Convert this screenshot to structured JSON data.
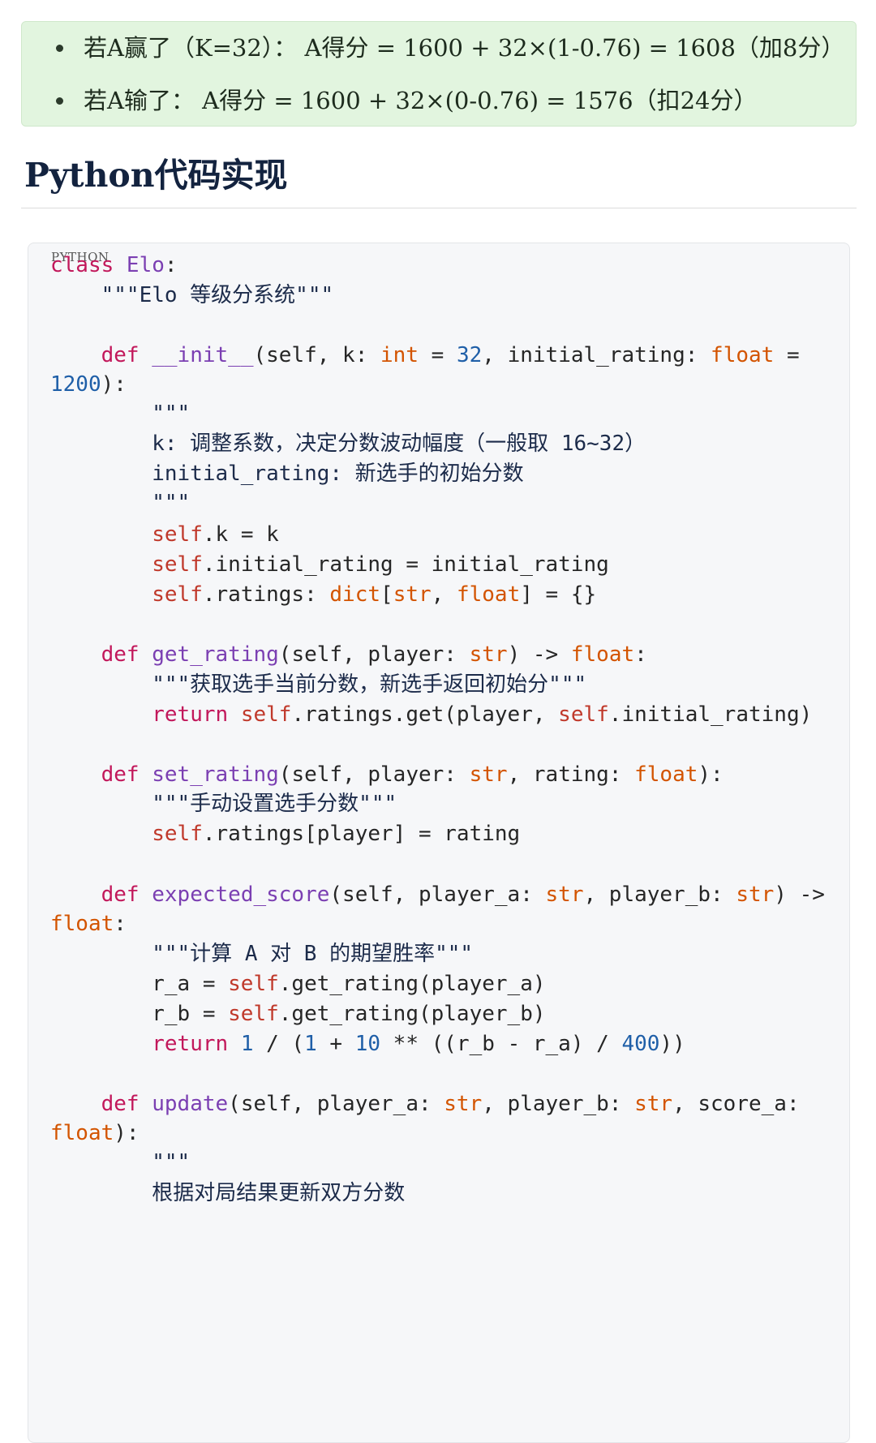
{
  "callout": {
    "bullets": [
      "若A赢了（K=32）： A得分 = 1600 + 32×(1-0.76) = 1608（加8分）",
      "若A输了： A得分 = 1600 + 32×(0-0.76) = 1576（扣24分）"
    ],
    "background": "#e2f5df"
  },
  "heading": "Python代码实现",
  "code": {
    "language": "PYTHON",
    "lines": [
      [
        {
          "t": "class ",
          "c": "kw"
        },
        {
          "t": "Elo",
          "c": "cls"
        },
        {
          "t": ":",
          "c": ""
        }
      ],
      [
        {
          "t": "    \"\"\"Elo 等级分系统\"\"\"",
          "c": "str"
        }
      ],
      [],
      [
        {
          "t": "    ",
          "c": ""
        },
        {
          "t": "def ",
          "c": "kw"
        },
        {
          "t": "__init__",
          "c": "fn"
        },
        {
          "t": "(self, k: ",
          "c": ""
        },
        {
          "t": "int",
          "c": "ty"
        },
        {
          "t": " = ",
          "c": ""
        },
        {
          "t": "32",
          "c": "num"
        },
        {
          "t": ", initial_rating: ",
          "c": ""
        },
        {
          "t": "float",
          "c": "ty"
        },
        {
          "t": " =",
          "c": ""
        }
      ],
      [
        {
          "t": "1200",
          "c": "num"
        },
        {
          "t": "):",
          "c": ""
        }
      ],
      [
        {
          "t": "        \"\"\"",
          "c": "str"
        }
      ],
      [
        {
          "t": "        k: 调整系数，决定分数波动幅度（一般取 16~32）",
          "c": "str"
        }
      ],
      [
        {
          "t": "        initial_rating: 新选手的初始分数",
          "c": "str"
        }
      ],
      [
        {
          "t": "        \"\"\"",
          "c": "str"
        }
      ],
      [
        {
          "t": "        ",
          "c": ""
        },
        {
          "t": "self",
          "c": "self"
        },
        {
          "t": ".k = k",
          "c": ""
        }
      ],
      [
        {
          "t": "        ",
          "c": ""
        },
        {
          "t": "self",
          "c": "self"
        },
        {
          "t": ".initial_rating = initial_rating",
          "c": ""
        }
      ],
      [
        {
          "t": "        ",
          "c": ""
        },
        {
          "t": "self",
          "c": "self"
        },
        {
          "t": ".ratings: ",
          "c": ""
        },
        {
          "t": "dict",
          "c": "ty"
        },
        {
          "t": "[",
          "c": ""
        },
        {
          "t": "str",
          "c": "ty"
        },
        {
          "t": ", ",
          "c": ""
        },
        {
          "t": "float",
          "c": "ty"
        },
        {
          "t": "] = {}",
          "c": ""
        }
      ],
      [],
      [
        {
          "t": "    ",
          "c": ""
        },
        {
          "t": "def ",
          "c": "kw"
        },
        {
          "t": "get_rating",
          "c": "fn"
        },
        {
          "t": "(self, player: ",
          "c": ""
        },
        {
          "t": "str",
          "c": "ty"
        },
        {
          "t": ") -> ",
          "c": ""
        },
        {
          "t": "float",
          "c": "ty"
        },
        {
          "t": ":",
          "c": ""
        }
      ],
      [
        {
          "t": "        \"\"\"获取选手当前分数，新选手返回初始分\"\"\"",
          "c": "str"
        }
      ],
      [
        {
          "t": "        ",
          "c": ""
        },
        {
          "t": "return ",
          "c": "kw"
        },
        {
          "t": "self",
          "c": "self"
        },
        {
          "t": ".ratings.get(player, ",
          "c": ""
        },
        {
          "t": "self",
          "c": "self"
        },
        {
          "t": ".initial_rating)",
          "c": ""
        }
      ],
      [],
      [
        {
          "t": "    ",
          "c": ""
        },
        {
          "t": "def ",
          "c": "kw"
        },
        {
          "t": "set_rating",
          "c": "fn"
        },
        {
          "t": "(self, player: ",
          "c": ""
        },
        {
          "t": "str",
          "c": "ty"
        },
        {
          "t": ", rating: ",
          "c": ""
        },
        {
          "t": "float",
          "c": "ty"
        },
        {
          "t": "):",
          "c": ""
        }
      ],
      [
        {
          "t": "        \"\"\"手动设置选手分数\"\"\"",
          "c": "str"
        }
      ],
      [
        {
          "t": "        ",
          "c": ""
        },
        {
          "t": "self",
          "c": "self"
        },
        {
          "t": ".ratings[player] = rating",
          "c": ""
        }
      ],
      [],
      [
        {
          "t": "    ",
          "c": ""
        },
        {
          "t": "def ",
          "c": "kw"
        },
        {
          "t": "expected_score",
          "c": "fn"
        },
        {
          "t": "(self, player_a: ",
          "c": ""
        },
        {
          "t": "str",
          "c": "ty"
        },
        {
          "t": ", player_b: ",
          "c": ""
        },
        {
          "t": "str",
          "c": "ty"
        },
        {
          "t": ") ->",
          "c": ""
        }
      ],
      [
        {
          "t": "float",
          "c": "ty"
        },
        {
          "t": ":",
          "c": ""
        }
      ],
      [
        {
          "t": "        \"\"\"计算 A 对 B 的期望胜率\"\"\"",
          "c": "str"
        }
      ],
      [
        {
          "t": "        r_a = ",
          "c": ""
        },
        {
          "t": "self",
          "c": "self"
        },
        {
          "t": ".get_rating(player_a)",
          "c": ""
        }
      ],
      [
        {
          "t": "        r_b = ",
          "c": ""
        },
        {
          "t": "self",
          "c": "self"
        },
        {
          "t": ".get_rating(player_b)",
          "c": ""
        }
      ],
      [
        {
          "t": "        ",
          "c": ""
        },
        {
          "t": "return ",
          "c": "kw"
        },
        {
          "t": "1",
          "c": "num"
        },
        {
          "t": " / (",
          "c": ""
        },
        {
          "t": "1",
          "c": "num"
        },
        {
          "t": " + ",
          "c": ""
        },
        {
          "t": "10",
          "c": "num"
        },
        {
          "t": " ** ((r_b - r_a) / ",
          "c": ""
        },
        {
          "t": "400",
          "c": "num"
        },
        {
          "t": "))",
          "c": ""
        }
      ],
      [],
      [
        {
          "t": "    ",
          "c": ""
        },
        {
          "t": "def ",
          "c": "kw"
        },
        {
          "t": "update",
          "c": "fn"
        },
        {
          "t": "(self, player_a: ",
          "c": ""
        },
        {
          "t": "str",
          "c": "ty"
        },
        {
          "t": ", player_b: ",
          "c": ""
        },
        {
          "t": "str",
          "c": "ty"
        },
        {
          "t": ", score_a:",
          "c": ""
        }
      ],
      [
        {
          "t": "float",
          "c": "ty"
        },
        {
          "t": "):",
          "c": ""
        }
      ],
      [
        {
          "t": "        \"\"\"",
          "c": "str"
        }
      ],
      [
        {
          "t": "        根据对局结果更新双方分数",
          "c": "str"
        }
      ]
    ]
  }
}
